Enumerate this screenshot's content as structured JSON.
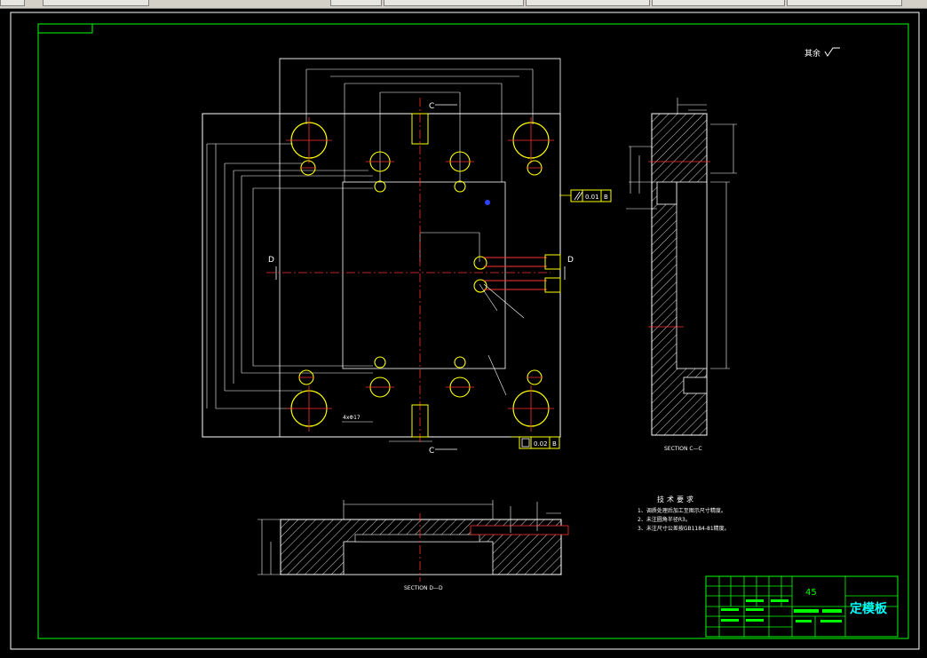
{
  "drawing": {
    "top_label": "其余",
    "section_c": "C",
    "section_d": "D",
    "section_cc_caption": "SECTION C—C",
    "section_dd_caption": "SECTION D—D",
    "tolerance_value_1": "0.01",
    "tolerance_datum_1": "B",
    "tolerance_value_2": "0.02",
    "tolerance_datum_2": "B",
    "hole_note_1": "4xΦ17",
    "tech_title": "技术要求",
    "tech_notes": [
      "1、调质处理后加工至图示尺寸精度。",
      "2、未注圆角半径R3。",
      "3、未注尺寸公差按GB1184-81精度。"
    ]
  },
  "title_block": {
    "material": "45",
    "part_name": "定模板"
  },
  "colors": {
    "frame": "#00ff00",
    "outline": "#ffffff",
    "center_line": "#ff3030",
    "hole": "#ffff00",
    "title_text": "#00ffff"
  }
}
